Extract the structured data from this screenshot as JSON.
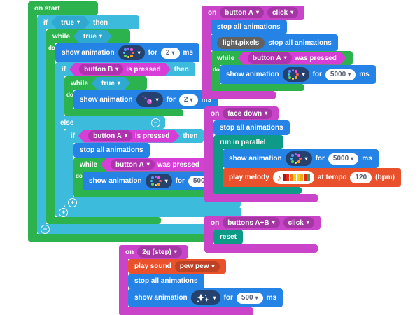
{
  "labels": {
    "on": "on",
    "on_start": "on start",
    "if": "if",
    "then": "then",
    "else": "else",
    "while": "while",
    "do": "do",
    "show_animation": "show animation",
    "for": "for",
    "ms": "ms",
    "stop_all_animations": "stop all animations",
    "is_pressed": "is pressed",
    "was_pressed": "was pressed",
    "light_pixels": "light.pixels",
    "run_in_parallel": "run in parallel",
    "play_melody": "play melody",
    "at_tempo": "at tempo",
    "bpm": "(bpm)",
    "reset": "reset",
    "play_sound": "play sound"
  },
  "values": {
    "true": "true",
    "button_a": "button A",
    "button_b": "button B",
    "click": "click",
    "face_down": "face down",
    "buttons_ab": "buttons A+B",
    "gesture_2g": "2g (step)",
    "pew_pew": "pew pew",
    "dur_2": "2",
    "dur_500": "500",
    "dur_5000": "5000",
    "tempo_120": "120"
  },
  "colors": {
    "loops_green": "#2cb34d",
    "logic_cyan": "#3dbbdc",
    "light_blue": "#2583e6",
    "input_magenta": "#c944c9",
    "boolean_magenta": "#d63ed6",
    "boolean_cyan": "#2fa9cf",
    "control_teal": "#0d9b87",
    "music_red": "#e8512b",
    "field_navy": "#25426e",
    "field_gray": "#616161"
  },
  "icons": {
    "ring_dots": [
      "#ff5c5c",
      "#ffa024",
      "#ffe14d",
      "#56d364",
      "#41c7e8",
      "#5b8dff",
      "#9a6bff",
      "#ff4fd8"
    ],
    "melody_bars": [
      "#a31e12",
      "#e2291c",
      "#f0771c",
      "#f5d211",
      "#f5d211",
      "#f0a81c",
      "#e2291c",
      "#3aa84c"
    ]
  }
}
